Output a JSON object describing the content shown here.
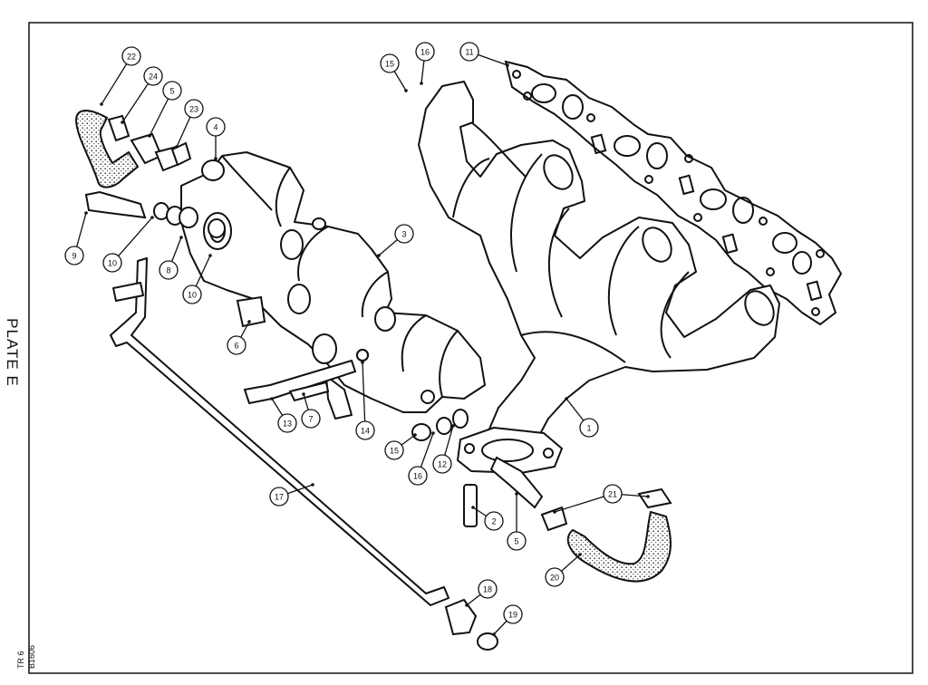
{
  "plate_title": "PLATE E",
  "drawing_code": "B1606",
  "model": "TR 6",
  "callouts": [
    "1",
    "2",
    "3",
    "4",
    "5",
    "5",
    "6",
    "7",
    "8",
    "9",
    "10",
    "10",
    "11",
    "12",
    "13",
    "14",
    "15",
    "15",
    "16",
    "16",
    "17",
    "18",
    "19",
    "20",
    "21",
    "22",
    "23",
    "24"
  ]
}
